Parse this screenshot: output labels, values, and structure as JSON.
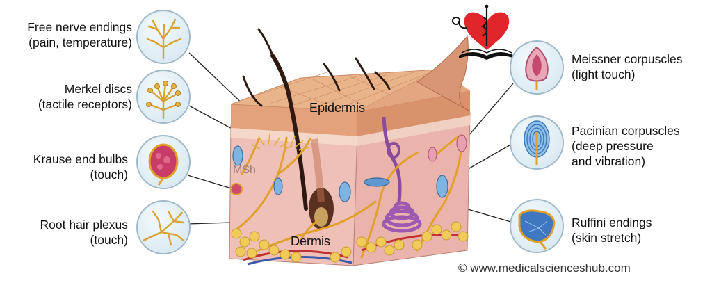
{
  "labels": {
    "free_nerve": [
      "Free nerve endings",
      "(pain, temperature)"
    ],
    "merkel": [
      "Merkel discs",
      "(tactile receptors)"
    ],
    "krause": [
      "Krause end bulbs",
      "(touch)"
    ],
    "root_hair": [
      "Root hair plexus",
      "(touch)"
    ],
    "meissner": [
      "Meissner corpuscles",
      "(light touch)"
    ],
    "pacinian": [
      "Pacinian corpuscles",
      "(deep pressure",
      "and vibration)"
    ],
    "ruffini": [
      "Ruffini endings",
      "(skin stretch)"
    ],
    "epidermis": "Epidermis",
    "dermis": "Dermis",
    "msh": "MSh"
  },
  "copyright": "© www.medicalscienceshub.com",
  "colors": {
    "epidermis_top": "#e9b48c",
    "dermis": "#f0c6c0",
    "nerve": "#e0a02a",
    "fat": "#e8c150",
    "corpuscle_blue": "#6aa6dd",
    "logo_red": "#e0262a"
  }
}
